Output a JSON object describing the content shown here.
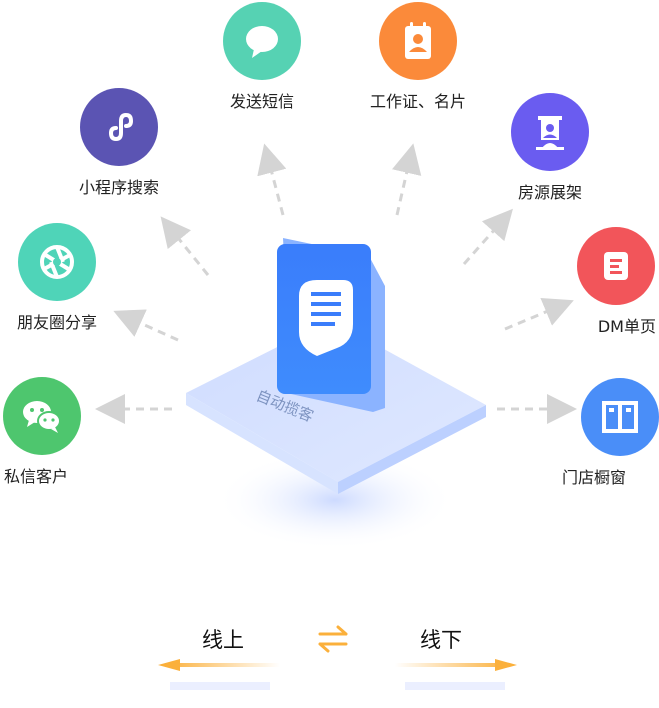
{
  "center": {
    "label": "自动揽客"
  },
  "nodes": [
    {
      "id": "sms",
      "label": "发送短信",
      "icon": "chat-bubble-icon",
      "color": "#56d2b3"
    },
    {
      "id": "card",
      "label": "工作证、名片",
      "icon": "id-badge-icon",
      "color": "#fb8a3a"
    },
    {
      "id": "miniprogram",
      "label": "小程序搜索",
      "icon": "mini-program-icon",
      "color": "#5b54b3"
    },
    {
      "id": "shelf",
      "label": "房源展架",
      "icon": "display-stand-icon",
      "color": "#6a5cf0"
    },
    {
      "id": "moments",
      "label": "朋友圈分享",
      "icon": "aperture-icon",
      "color": "#4fd4b8"
    },
    {
      "id": "dm",
      "label": "DM单页",
      "icon": "leaflet-icon",
      "color": "#f2555a"
    },
    {
      "id": "wechat",
      "label": "私信客户",
      "icon": "wechat-icon",
      "color": "#4ec66e"
    },
    {
      "id": "window",
      "label": "门店橱窗",
      "icon": "shop-window-icon",
      "color": "#4a8ef8"
    }
  ],
  "bottom": {
    "online": "线上",
    "offline": "线下",
    "swap_icon": "swap-arrows-icon",
    "arrow_color": "#fbb03b"
  }
}
